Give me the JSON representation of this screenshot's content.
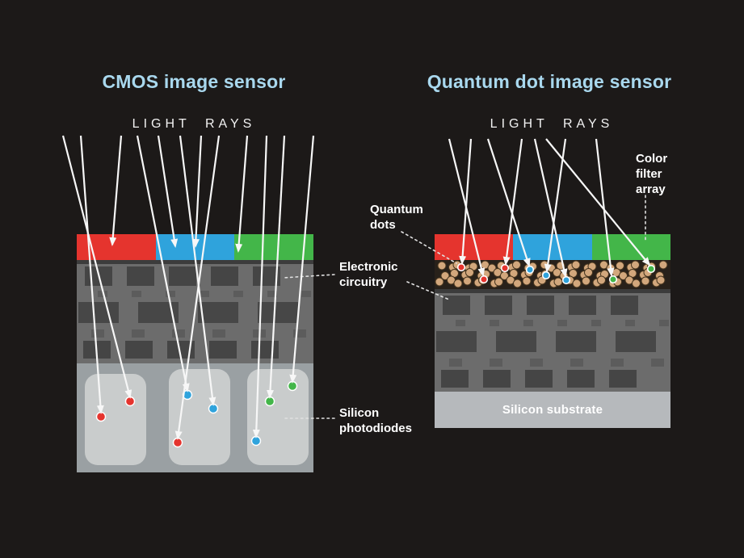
{
  "palette": {
    "background": "#1c1918",
    "title": "#a9d8ee",
    "text": "#ffffff",
    "red": "#e5342e",
    "blue": "#2fa3dc",
    "green": "#43b649",
    "ray": "#f7f7f7",
    "circuit_base": "#6c6c6c",
    "circuit_dark": "#454545",
    "photodiode_bg": "#9aa0a3",
    "photodiode_cell": "#c9cccc",
    "quantum_dot": "#d2a77c",
    "quantum_band": "#28211a",
    "substrate": "#b6b9bc"
  },
  "left_panel": {
    "title": "CMOS image sensor",
    "light_rays_label": "LIGHT RAYS"
  },
  "right_panel": {
    "title": "Quantum dot image sensor",
    "light_rays_label": "LIGHT RAYS",
    "substrate_label": "Silicon substrate"
  },
  "annotations": {
    "electronic_circuitry": "Electronic\ncircuitry",
    "silicon_photodiodes": "Silicon\nphotodiodes",
    "quantum_dots": "Quantum\ndots",
    "color_filter_array": "Color\nfilter\narray"
  },
  "filter_order": [
    "red",
    "blue",
    "green"
  ]
}
